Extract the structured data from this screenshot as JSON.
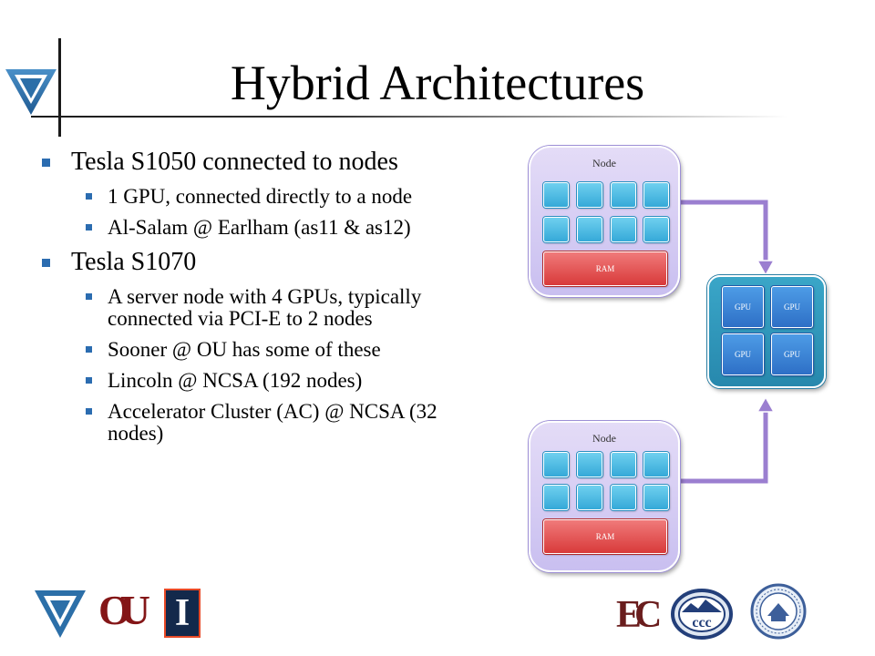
{
  "slide": {
    "title": "Hybrid Architectures"
  },
  "bullets": [
    {
      "text": "Tesla S1050 connected  to nodes",
      "sub": [
        "1 GPU, connected directly to a node",
        "Al-Salam @ Earlham (as11 & as12)"
      ]
    },
    {
      "text": "Tesla S1070",
      "sub": [
        "A server node with 4 GPUs, typically connected via PCI-E to 2 nodes",
        "Sooner @ OU has some of these",
        "Lincoln @ NCSA (192 nodes)",
        "Accelerator Cluster (AC) @ NCSA (32 nodes)"
      ]
    }
  ],
  "diagram": {
    "node_top_label": "Node",
    "node_bottom_label": "Node",
    "ram_top_label": "RAM",
    "ram_bottom_label": "RAM",
    "gpu_labels": [
      "GPU",
      "GPU",
      "GPU",
      "GPU"
    ],
    "colors": {
      "node_fill": "#c9bff0",
      "core_fill": "#35a9d8",
      "ram_fill": "#d83a3a",
      "gpu_box_fill": "#2788ad",
      "gpu_fill": "#2e6fc6",
      "arrow": "#9b7fd0"
    }
  },
  "logos": {
    "ou": "OU",
    "illinois": "I",
    "earlham": "EC",
    "ccc": "ccc"
  }
}
